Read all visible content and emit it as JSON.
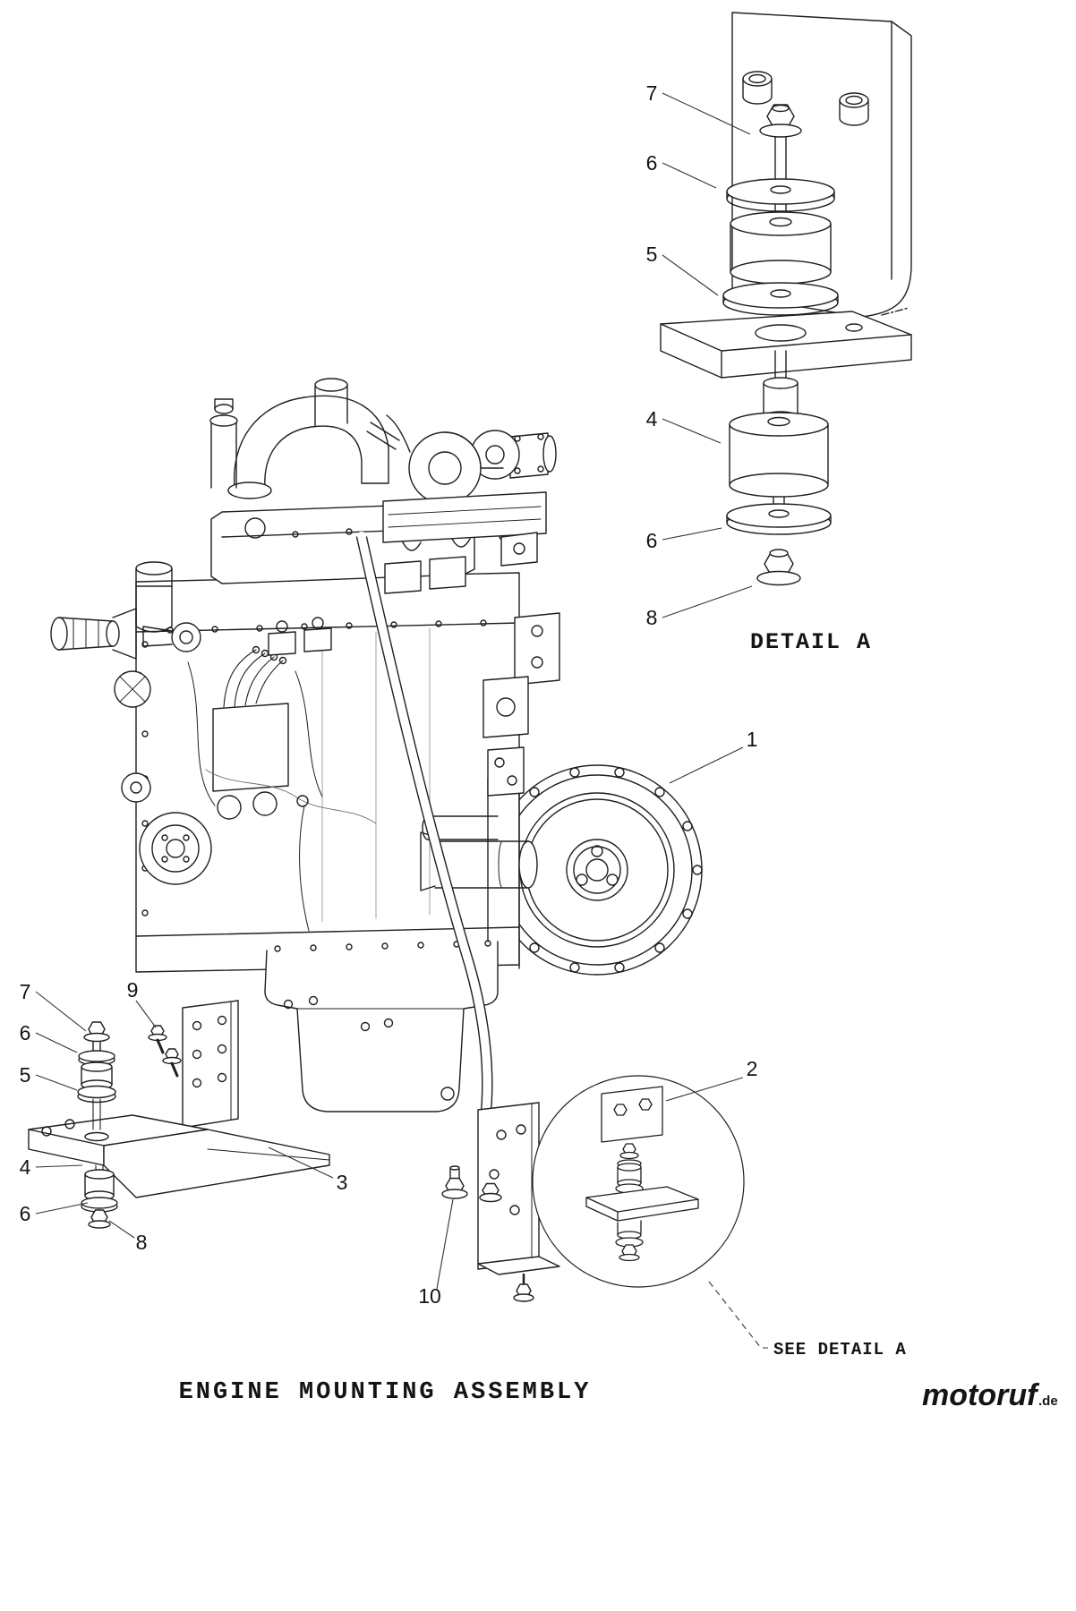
{
  "diagram": {
    "caption": "ENGINE MOUNTING ASSEMBLY",
    "detail_label": "DETAIL  A",
    "see_detail_label": "SEE DETAIL A"
  },
  "callouts": {
    "d7": "7",
    "d6a": "6",
    "d5": "5",
    "d4": "4",
    "d6b": "6",
    "d8": "8",
    "e1": "1",
    "b7": "7",
    "b9": "9",
    "b6a": "6",
    "b5": "5",
    "b4": "4",
    "b6b": "6",
    "b8": "8",
    "b3": "3",
    "m10": "10",
    "m2": "2"
  },
  "logo": {
    "name": "motoruf",
    "tld": ".de",
    "color_main": "#1b4f9e",
    "color_tld": "#6d6d6d"
  },
  "colors": {
    "line": "#1f1f1f",
    "background": "#ffffff"
  }
}
